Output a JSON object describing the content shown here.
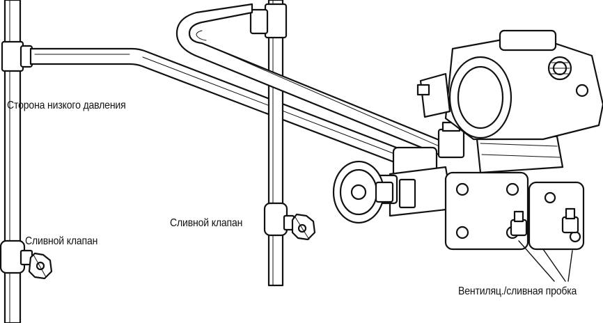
{
  "labels": {
    "low_pressure_side": "Сторона низкого давления",
    "drain_valve_left": "Сливной клапан",
    "drain_valve_middle": "Сливной клапан",
    "vent_drain_plug": "Вентиляц./сливная пробка"
  },
  "colors": {
    "line": "#111111",
    "background": "#ffffff",
    "shade": "#1a1a1a"
  }
}
